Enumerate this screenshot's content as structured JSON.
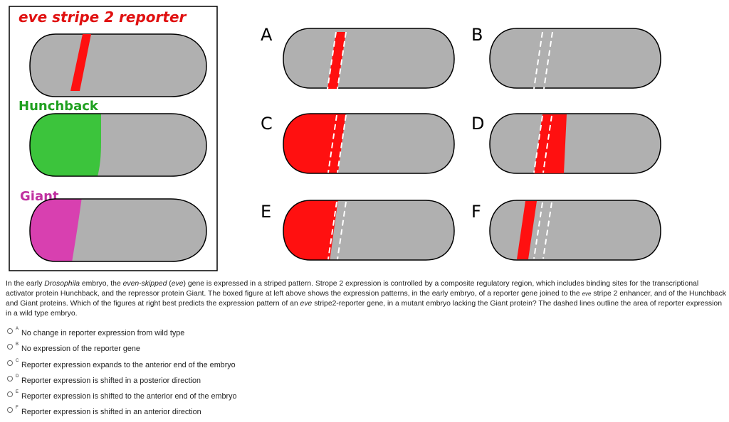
{
  "reporter_box": {
    "title": "eve stripe 2 reporter",
    "hunchback_label": "Hunchback",
    "giant_label": "Giant"
  },
  "panels": [
    {
      "letter": "A"
    },
    {
      "letter": "B"
    },
    {
      "letter": "C"
    },
    {
      "letter": "D"
    },
    {
      "letter": "E"
    },
    {
      "letter": "F"
    }
  ],
  "colors": {
    "embryo_fill": "#b0b0b0",
    "stripe_red": "#ff1010",
    "hunchback_green": "#3cc43c",
    "giant_magenta": "#d840b0",
    "title_red": "#e01010",
    "hunchback_label": "#20a020",
    "giant_label": "#c030a0"
  },
  "question": {
    "p1": "In the early ",
    "drosophila": "Drosophila",
    "p2": " embryo, the ",
    "evenskipped": "even-skipped",
    "p3": " (",
    "eve1": "eve",
    "p4": ") gene is expressed in a striped pattern. Strope 2 expression is controlled by a composite regulatory region, which includes binding sites for the transcriptional activator protein Hunchback, and the repressor protein Giant. The boxed figure at left above shows the expression patterns, in the early embryo, of a reporter gene joined to the ",
    "eve2": "eve",
    "p5": " stripe 2 enhancer, and of the Hunchback and Giant proteins.  Which of the figures at right best predicts the expression pattern of an ",
    "eve3": "eve",
    "p6": " stripe2-reporter gene, in a mutant embryo lacking the Giant protein? The dashed lines outline the area of reporter expression in a wild type embryo."
  },
  "options": [
    {
      "letter": "A",
      "text": "No change in reporter expression from wild type"
    },
    {
      "letter": "B",
      "text": "No expression of the reporter gene"
    },
    {
      "letter": "C",
      "text": "Reporter expression expands to the anterior end of the embryo"
    },
    {
      "letter": "D",
      "text": "Reporter expression is shifted in a posterior direction"
    },
    {
      "letter": "E",
      "text": "Reporter expression is shifted to the anterior end of the embryo"
    },
    {
      "letter": "F",
      "text": "Reporter expression is shifted in an anterior direction"
    }
  ]
}
